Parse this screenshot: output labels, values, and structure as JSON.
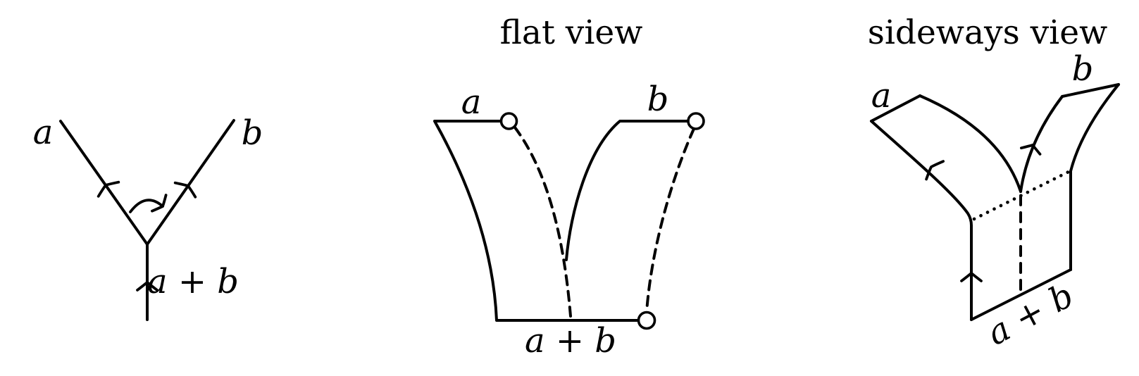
{
  "colors": {
    "ink": "#000000",
    "background": "#ffffff"
  },
  "panels": {
    "vertex": {
      "labels": {
        "a": "a",
        "b": "b",
        "sum": "a + b"
      }
    },
    "flat": {
      "title": "flat view",
      "labels": {
        "a": "a",
        "b": "b",
        "sum": "a + b"
      }
    },
    "sideways": {
      "title": "sideways view",
      "labels": {
        "a": "a",
        "b": "b",
        "sum": "a + b"
      }
    }
  }
}
